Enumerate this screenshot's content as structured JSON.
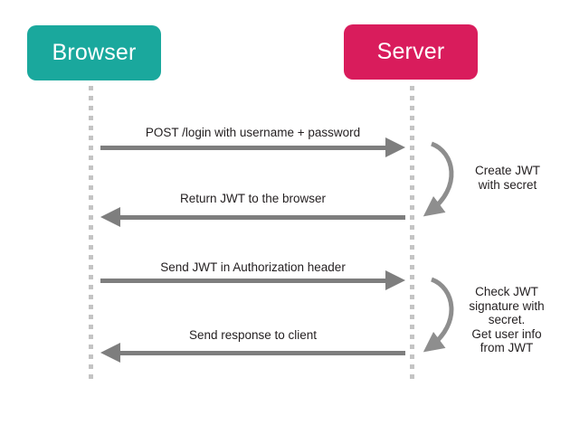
{
  "actors": {
    "browser": {
      "label": "Browser",
      "color": "#1AA89D"
    },
    "server": {
      "label": "Server",
      "color": "#D91C5C"
    }
  },
  "messages": {
    "login": {
      "label": "POST /login with username + password",
      "direction": "right",
      "from": "Browser",
      "to": "Server"
    },
    "return_jwt": {
      "label": "Return JWT to the browser",
      "direction": "left",
      "from": "Server",
      "to": "Browser"
    },
    "send_jwt": {
      "label": "Send JWT in Authorization header",
      "direction": "right",
      "from": "Browser",
      "to": "Server"
    },
    "response": {
      "label": "Send response to client",
      "direction": "left",
      "from": "Server",
      "to": "Browser"
    }
  },
  "server_actions": {
    "create_jwt": {
      "text": "Create JWT\nwith secret"
    },
    "check_jwt": {
      "text": "Check JWT\nsignature with\nsecret.\nGet user info\nfrom JWT"
    }
  },
  "colors": {
    "arrow": "#7E7E7E",
    "curved_arrow": "#8E8E8E",
    "lifeline": "#C4C4C4",
    "label_text": "#231F20"
  }
}
